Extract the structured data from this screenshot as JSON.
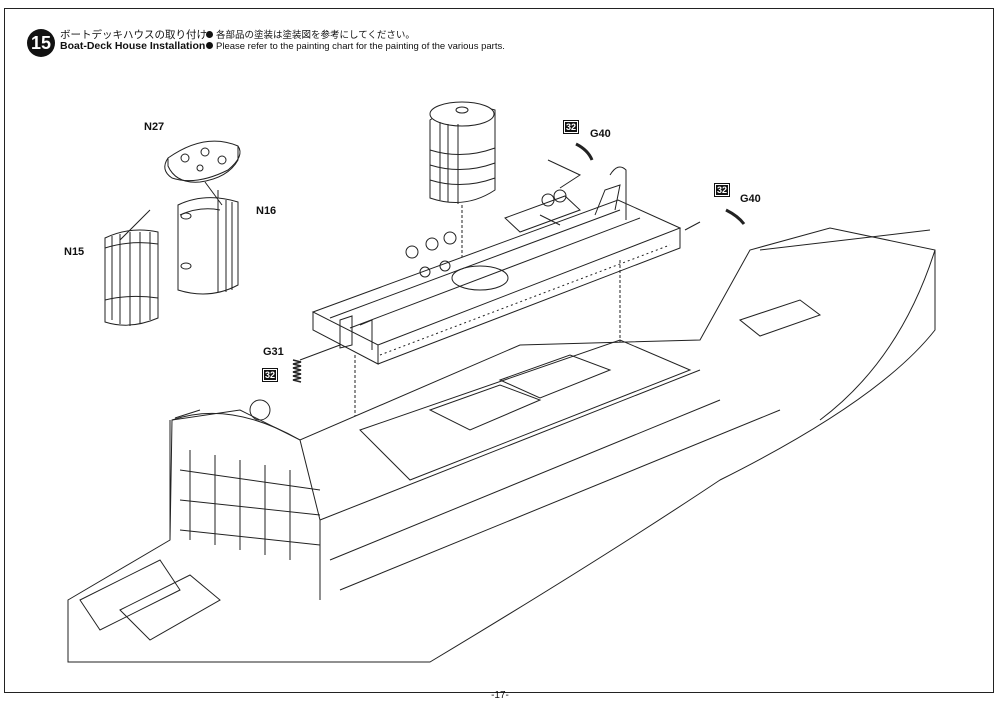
{
  "step": {
    "number": "15",
    "title_jp": "ボートデッキハウスの取り付け",
    "title_en": "Boat-Deck House Installation"
  },
  "notes": {
    "jp": "各部品の塗装は塗装図を参考にしてください。",
    "en": "Please refer to the painting chart for the painting of the various parts."
  },
  "parts": {
    "n27": "N27",
    "n16": "N16",
    "n15": "N15",
    "g40_a": "G40",
    "g40_b": "G40",
    "g31": "G31"
  },
  "paint_badges": {
    "g40_a": "32",
    "g40_b": "32",
    "g31": "32"
  },
  "page_number": "-17-"
}
